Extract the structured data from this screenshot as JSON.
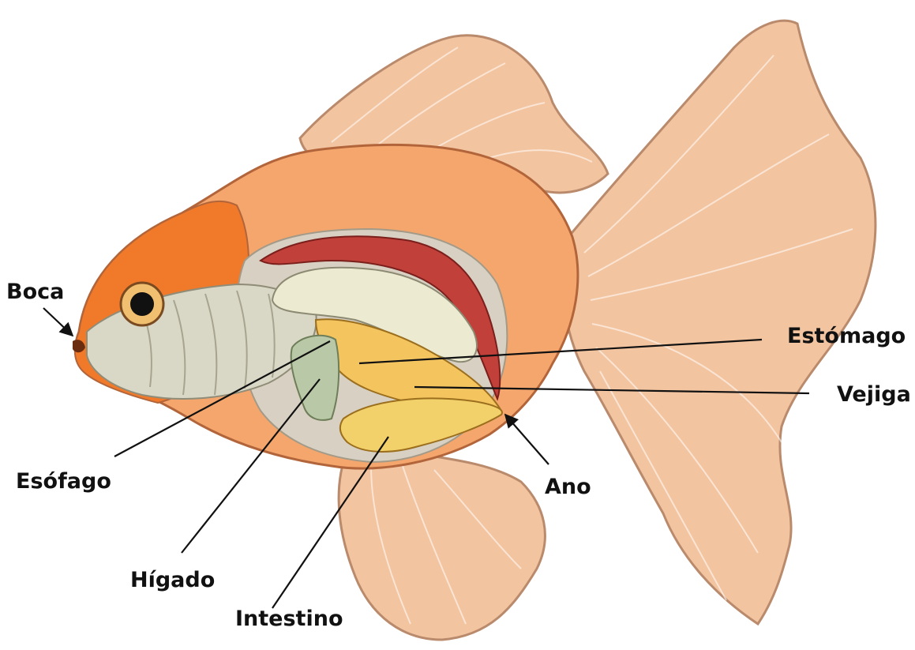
{
  "labels": {
    "boca": "Boca",
    "esofago": "Esófago",
    "higado": "Hígado",
    "intestino": "Intestino",
    "estomago": "Estómago",
    "vejiga": "Vejiga",
    "ano": "Ano"
  },
  "colors": {
    "fin": "#f3c4a0",
    "fin_stroke": "#b98a6c",
    "body": "#f4a66d",
    "head": "#f07a2a",
    "gill": "#d9d7c6",
    "cavity": "#d8d0c2",
    "kidney": "#c2403a",
    "swim_bladder": "#ecebd2",
    "stomach": "#f4c55f",
    "liver": "#b9c8a6",
    "intestine": "#f2d06a",
    "line": "#111111"
  }
}
